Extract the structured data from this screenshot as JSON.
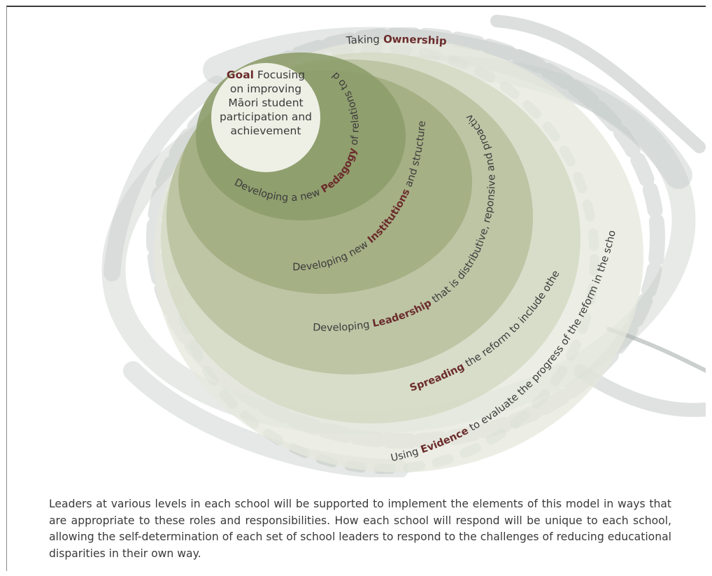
{
  "diagram": {
    "rings": [
      {
        "keyword": "",
        "keyword_suffix": "",
        "prefix": "Taking ",
        "keyword_main": "Ownership",
        "suffix": ""
      },
      {
        "prefix": "Developing a new ",
        "keyword_main": "Pedagogy",
        "suffix": " of relations to depth"
      },
      {
        "prefix": "Developing new ",
        "keyword_main": "Institutions",
        "suffix": " and structures"
      },
      {
        "prefix": "Developing ",
        "keyword_main": "Leadership",
        "suffix": " that is distributive, reponsive and proactive"
      },
      {
        "prefix": "",
        "keyword_main": "Spreading",
        "suffix": " the reform to include others"
      },
      {
        "prefix": "Using ",
        "keyword_main": "Evidence",
        "suffix": " to evaluate the progress of the reform in the school"
      }
    ],
    "goal": {
      "keyword": "Goal",
      "text_1": " Focusing",
      "text_2": "on improving",
      "text_3": "Māori student",
      "text_4": "participation and",
      "text_5": "achievement"
    },
    "colors": {
      "goal_circle": "#eef0e6",
      "ring_dark": "#8e9d6c",
      "ring_mid": "#a7b38c",
      "ring_light": "#c7cdb3",
      "ring_pale": "#e2e5d6",
      "keyword": "#6b2c2c",
      "brush": "#b4bcb9"
    }
  },
  "caption": "Leaders at various levels in each school will be supported to implement the elements of this model in ways that are appropriate to these roles and responsibilities. How each school will respond will be unique to each school, allowing the self-determination of each set of school leaders to respond to the challenges of reducing educational disparities in their own way."
}
